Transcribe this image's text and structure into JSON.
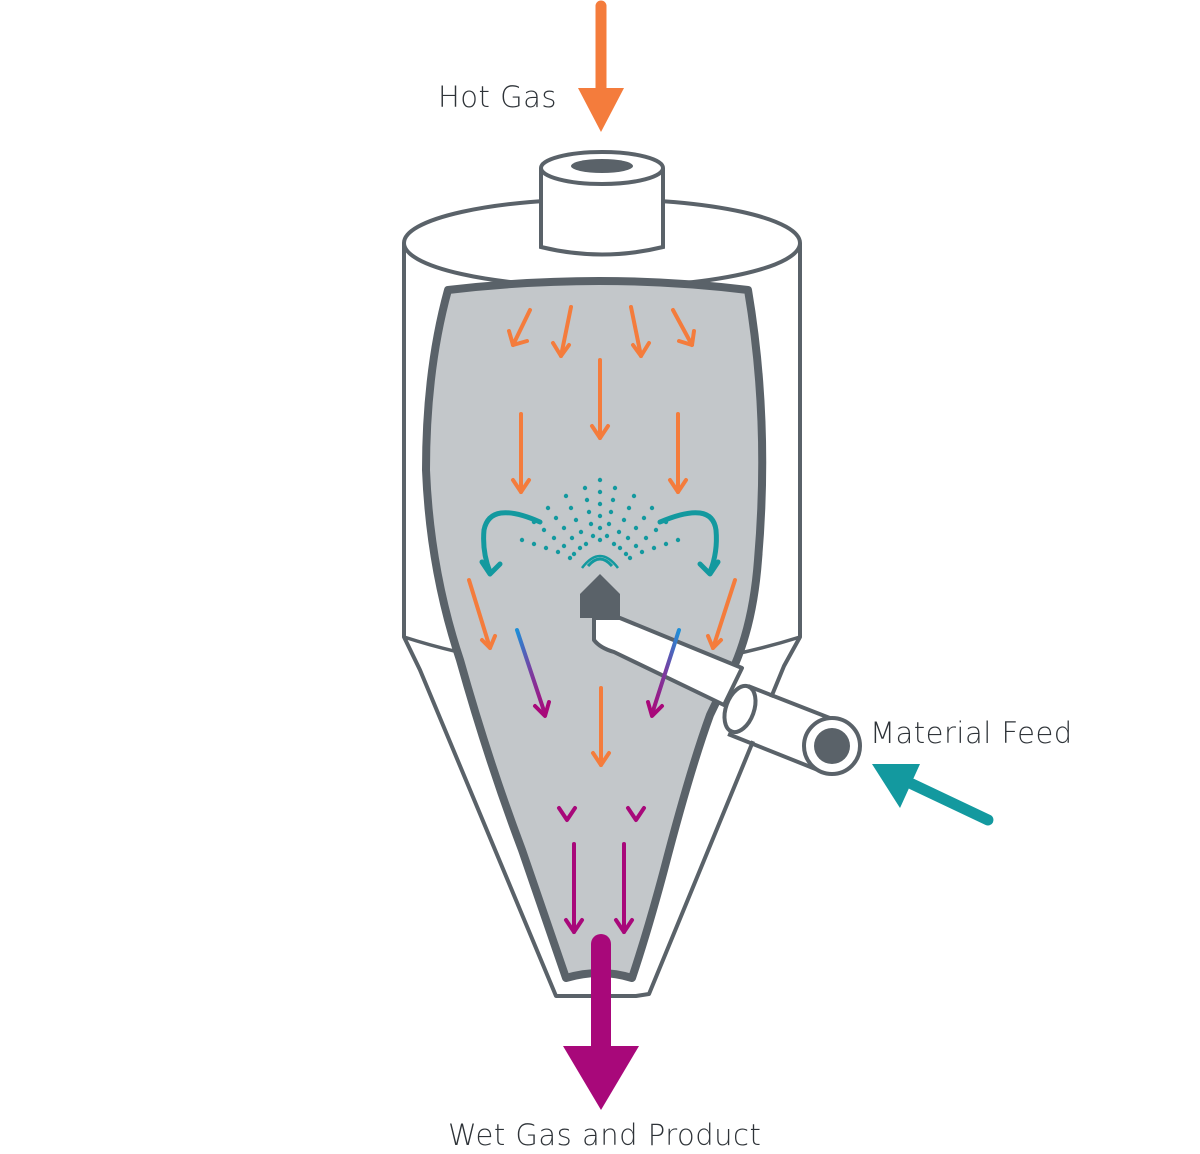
{
  "labels": {
    "hot_gas": "Hot Gas",
    "material_feed": "Material Feed",
    "wet_gas_product": "Wet Gas and Product"
  },
  "colors": {
    "hot_gas": "#f47c3c",
    "feed": "#13999f",
    "product": "#a8087a",
    "outline": "#5a6269",
    "chamber_fill": "#c3c7ca",
    "shell_fill": "#ffffff"
  }
}
